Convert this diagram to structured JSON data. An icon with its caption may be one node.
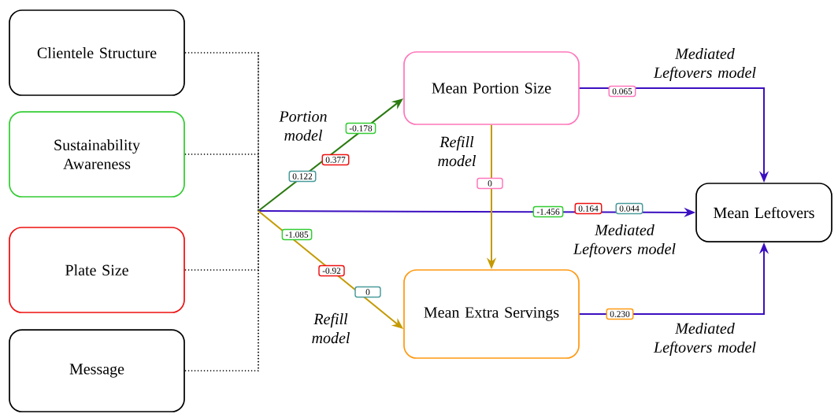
{
  "diagram": {
    "nodes": [
      {
        "text": [
          "Clientele Structure"
        ]
      },
      {
        "text": [
          "Sustainability Awareness"
        ]
      },
      {
        "text": [
          "Plate Size"
        ]
      },
      {
        "text": [
          "Message"
        ]
      },
      {
        "text": [
          "Mean Portion Size"
        ]
      },
      {
        "text": [
          "Mean Leftovers"
        ]
      },
      {
        "text": [
          "Mean Extra Servings"
        ]
      }
    ],
    "edges": [
      {
        "from": 0,
        "to": null,
        "arrow": "none",
        "style": "dashed"
      },
      {
        "from": 1,
        "to": null,
        "arrow": "none",
        "style": "dashed"
      },
      {
        "from": 2,
        "to": null,
        "arrow": "none",
        "style": "dashed"
      },
      {
        "from": 3,
        "to": null,
        "arrow": "none",
        "style": "dashed"
      },
      {
        "from": null,
        "to": 4,
        "arrow": "to",
        "color": "#2a7a10"
      },
      {
        "from": null,
        "to": 5,
        "arrow": "to",
        "color": "#3b0fc0"
      },
      {
        "from": null,
        "to": 6,
        "arrow": "to",
        "color": "#c49a00"
      },
      {
        "from": 4,
        "to": 6,
        "arrow": "to",
        "color": "#c49a00",
        "label": "0"
      },
      {
        "from": 4,
        "to": 5,
        "arrow": "to",
        "color": "#3b0fc0",
        "label": "0.065"
      },
      {
        "from": 6,
        "to": 5,
        "arrow": "to",
        "color": "#3b0fc0",
        "label": "0.230"
      }
    ],
    "labels": [
      "Mediated Leftovers model",
      "Portion model",
      "-0.178",
      "Refill model",
      "0.377",
      "0.122",
      "-1.456",
      "0.164",
      "0.044",
      "-1.085",
      "Mediated Leftovers model",
      "-0.92",
      "0",
      "Refill model",
      "Mediated Leftovers model"
    ]
  }
}
